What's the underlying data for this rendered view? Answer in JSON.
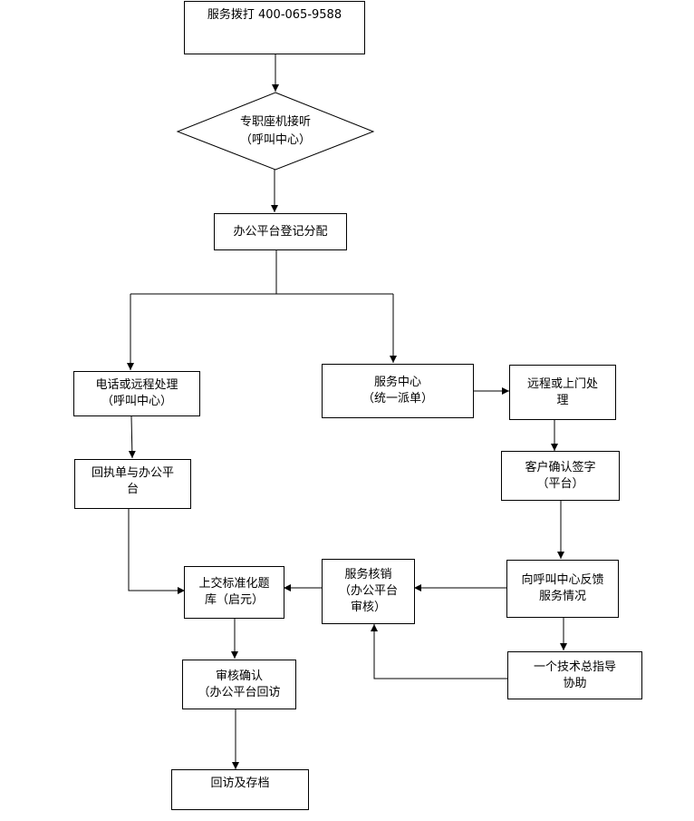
{
  "nodes": {
    "call": "服务拨打 400-065-9588",
    "answer_line1": "专职座机接听",
    "answer_line2": "（呼叫中心）",
    "register": "办公平台登记分配",
    "phone_line1": "电话或远程处理",
    "phone_line2": "（呼叫中心）",
    "service_line1": "服务中心",
    "service_line2": "（统一派单）",
    "remote_line1": "远程或上门处",
    "remote_line2": "理",
    "receipt_line1": "回执单与办公平",
    "receipt_line2": "台",
    "confirm_line1": "客户确认签字",
    "confirm_line2": "（平台）",
    "submit_line1": "上交标准化题",
    "submit_line2": "库（启元）",
    "verify_line1": "服务核销",
    "verify_line2": "（办公平台",
    "verify_line3": "审核）",
    "feedback_line1": "向呼叫中心反馈",
    "feedback_line2": "服务情况",
    "guide_line1": "一个技术总指导",
    "guide_line2": "协助",
    "audit_line1": "审核确认",
    "audit_line2": "（办公平台回访",
    "archive": "回访及存档"
  }
}
